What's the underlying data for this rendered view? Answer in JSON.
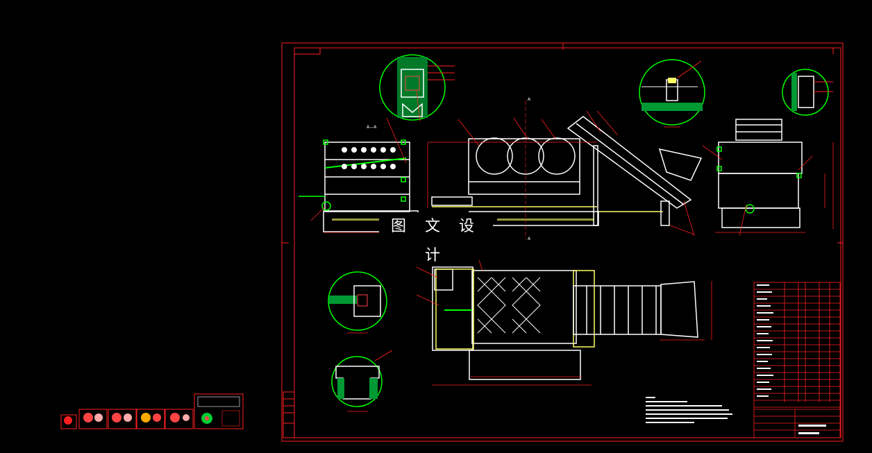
{
  "watermark_text": "图 文 设 计",
  "section_label": "A—A",
  "arrow_labels": [
    "A",
    "A"
  ],
  "colors": {
    "background": "#000000",
    "frame": "#ff2020",
    "detail_circle": "#00ff00",
    "drawing": "#ffffff",
    "accent": "#ffff66",
    "hatch": "#00cc33"
  },
  "thumbnails_count": 6
}
